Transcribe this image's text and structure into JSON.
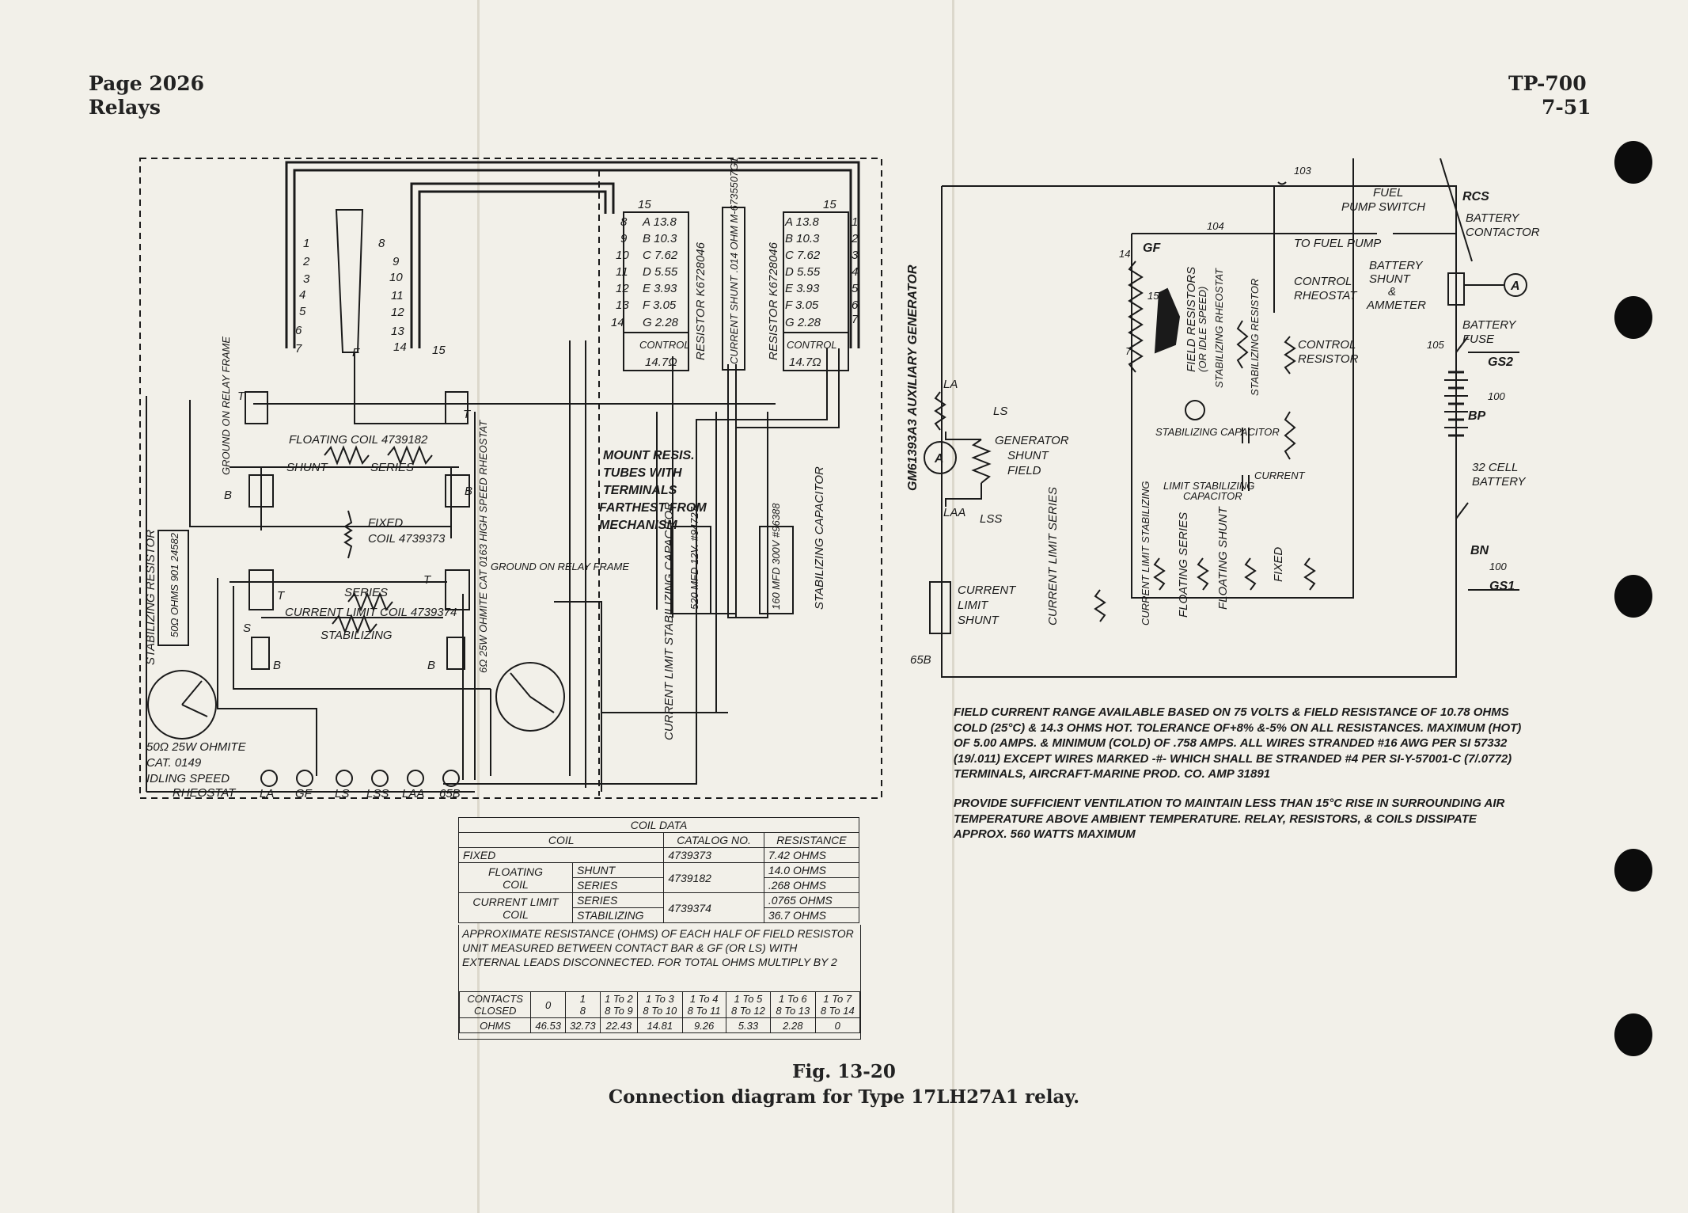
{
  "header": {
    "left_line1": "Page 2026",
    "left_line2": "Relays",
    "right_line1": "TP-700",
    "right_line2": "7-51"
  },
  "left_diagram": {
    "terminals_left": [
      "1",
      "2",
      "3",
      "4",
      "5",
      "6",
      "7"
    ],
    "terminals_right": [
      "8",
      "9",
      "10",
      "11",
      "12",
      "13",
      "14",
      "15"
    ],
    "f_label": "F",
    "resistor_left": {
      "name": "RESISTOR K6728046",
      "top": "15",
      "rows": [
        {
          "num": "8",
          "tap": "A 13.8"
        },
        {
          "num": "9",
          "tap": "B 10.3"
        },
        {
          "num": "10",
          "tap": "C 7.62"
        },
        {
          "num": "11",
          "tap": "D 5.55"
        },
        {
          "num": "12",
          "tap": "E 3.93"
        },
        {
          "num": "13",
          "tap": "F 3.05"
        },
        {
          "num": "14",
          "tap": "G 2.28"
        }
      ],
      "control": "CONTROL",
      "ohms": "14.7Ω"
    },
    "shunt_tube": "CURRENT SHUNT .014 OHM M-6735507G1",
    "resistor_right": {
      "name": "RESISTOR K6728046",
      "top": "15",
      "rows": [
        {
          "num": "1",
          "tap": "A 13.8"
        },
        {
          "num": "2",
          "tap": "B 10.3"
        },
        {
          "num": "3",
          "tap": "C 7.62"
        },
        {
          "num": "4",
          "tap": "D 5.55"
        },
        {
          "num": "5",
          "tap": "E 3.93"
        },
        {
          "num": "6",
          "tap": "F 3.05"
        },
        {
          "num": "7",
          "tap": "G 2.28"
        }
      ],
      "control": "CONTROL",
      "ohms": "14.7Ω"
    },
    "mount_note": [
      "MOUNT RESIS.",
      "TUBES WITH",
      "TERMINALS",
      "FARTHEST FROM",
      "MECHANISM"
    ],
    "floating_coil": "FLOATING COIL 4739182",
    "shunt": "SHUNT",
    "series": "SERIES",
    "ground_frame": "GROUND ON RELAY FRAME",
    "fixed_coil_1": "FIXED",
    "fixed_coil_2": "COIL 4739373",
    "current_limit_coil": "CURRENT LIMIT COIL 4739374",
    "stabilizing": "STABILIZING",
    "stab_resistor": "STABILIZING RESISTOR",
    "stab_resistor_value": "50Ω OHMS 901 24582",
    "high_speed_rheostat": "6Ω 25W OHMITE CAT 0163 HIGH SPEED RHEOSTAT",
    "idling_1": "50Ω 25W OHMITE",
    "idling_2": "CAT. 0149",
    "idling_3": "IDLING SPEED",
    "idling_4": "RHEOSTAT",
    "cap1": "520 MFD 12V. #94727",
    "cap2": "160 MFD 300V #96388",
    "stab_cap": "STABILIZING CAPACITOR",
    "cl_cap": "CURRENT LIMIT STABILIZING CAPACITOR",
    "terminals_bottom": [
      "LA",
      "GF",
      "LS",
      "LSS",
      "LAA",
      "65B"
    ],
    "t_label": "T",
    "b_label": "B",
    "s_label": "S"
  },
  "right_diagram": {
    "generator": "GM61393A3 AUXILIARY GENERATOR",
    "armature": "A",
    "la": "LA",
    "laa": "LAA",
    "ls": "LS",
    "lss": "LSS",
    "shunt_field": [
      "GENERATOR",
      "SHUNT",
      "FIELD"
    ],
    "current_limit_shunt": [
      "CURRENT",
      "LIMIT",
      "SHUNT"
    ],
    "n65b": "65B",
    "cl_series": "CURRENT LIMIT SERIES",
    "cl_stab": "CURRENT LIMIT STABILIZING",
    "float_series": "FLOATING SERIES",
    "float_shunt": "FLOATING SHUNT",
    "fixed": "FIXED",
    "field_resistors": "FIELD RESISTORS",
    "idle_speed": "(OR IDLE SPEED)",
    "stab_rheostat": "STABILIZING RHEOSTAT",
    "stab_resistor": "STABILIZING RESISTOR",
    "control_rheostat": [
      "CONTROL",
      "RHEOSTAT"
    ],
    "control_resistor": [
      "CONTROL",
      "RESISTOR"
    ],
    "stab_cap": "STABILIZING CAPACITOR",
    "cl_stab_cap": [
      "CURRENT",
      "LIMIT STABILIZING",
      "CAPACITOR"
    ],
    "gf": "GF",
    "n14": "14",
    "n15": "15",
    "n7": "7",
    "n103": "103",
    "n104": "104",
    "n105": "105",
    "n100a": "100",
    "n100b": "100",
    "fuel_pump_switch": [
      "FUEL",
      "PUMP SWITCH"
    ],
    "to_fuel_pump": "TO FUEL PUMP",
    "rcs": "RCS",
    "battery_contactor": [
      "BATTERY",
      "CONTACTOR"
    ],
    "battery_shunt": [
      "BATTERY",
      "SHUNT",
      "&",
      "AMMETER"
    ],
    "ammeter": "A",
    "battery_fuse": [
      "BATTERY",
      "FUSE"
    ],
    "gs2": "GS2",
    "bp": "BP",
    "battery": [
      "32 CELL",
      "BATTERY"
    ],
    "bn": "BN",
    "gs1": "GS1"
  },
  "notes": {
    "para1": "FIELD CURRENT RANGE AVAILABLE BASED ON 75 VOLTS & FIELD RESISTANCE OF 10.78 OHMS COLD (25°C) & 14.3 OHMS HOT. TOLERANCE OF+8% &-5% ON ALL RESISTANCES. MAXIMUM (HOT) OF 5.00 AMPS. & MINIMUM (COLD) OF .758 AMPS. ALL WIRES STRANDED #16 AWG PER SI 57332 (19/.011) EXCEPT WIRES MARKED -#- WHICH SHALL BE STRANDED #4 PER SI-Y-57001-C (7/.0772) TERMINALS, AIRCRAFT-MARINE PROD. CO. AMP 31891",
    "para2": "PROVIDE SUFFICIENT VENTILATION TO MAINTAIN LESS THAN 15°C RISE IN SURROUNDING AIR TEMPERATURE ABOVE AMBIENT TEMPERATURE. RELAY, RESISTORS, & COILS DISSIPATE APPROX. 560 WATTS MAXIMUM"
  },
  "coil_table": {
    "title": "COIL DATA",
    "headers": [
      "COIL",
      "CATALOG NO.",
      "RESISTANCE"
    ],
    "fixed": {
      "name": "FIXED",
      "catalog": "4739373",
      "res": "7.42 OHMS"
    },
    "floating": {
      "name1": "FLOATING",
      "name2": "COIL",
      "sub1": "SHUNT",
      "sub2": "SERIES",
      "catalog": "4739182",
      "res1": "14.0 OHMS",
      "res2": ".268 OHMS"
    },
    "current_limit": {
      "name1": "CURRENT LIMIT",
      "name2": "COIL",
      "sub1": "SERIES",
      "sub2": "STABILIZING",
      "catalog": "4739374",
      "res1": ".0765 OHMS",
      "res2": "36.7 OHMS"
    },
    "approx_note": "APPROXIMATE RESISTANCE (OHMS) OF EACH HALF OF FIELD RESISTOR UNIT MEASURED BETWEEN CONTACT BAR & GF (OR LS) WITH EXTERNAL LEADS DISCONNECTED. FOR TOTAL OHMS MULTIPLY BY 2",
    "contacts_label1": "CONTACTS",
    "contacts_label2": "CLOSED",
    "contacts": [
      {
        "a": "0",
        "b": ""
      },
      {
        "a": "1",
        "b": "8"
      },
      {
        "a": "1 To 2",
        "b": "8 To 9"
      },
      {
        "a": "1 To 3",
        "b": "8 To 10"
      },
      {
        "a": "1 To 4",
        "b": "8 To 11"
      },
      {
        "a": "1 To 5",
        "b": "8 To 12"
      },
      {
        "a": "1 To 6",
        "b": "8 To 13"
      },
      {
        "a": "1 To 7",
        "b": "8 To 14"
      }
    ],
    "ohms_label": "OHMS",
    "ohms": [
      "46.53",
      "32.73",
      "22.43",
      "14.81",
      "9.26",
      "5.33",
      "2.28",
      "0"
    ]
  },
  "caption": {
    "line1": "Fig. 13-20",
    "line2": "Connection diagram for Type 17LH27A1 relay."
  }
}
